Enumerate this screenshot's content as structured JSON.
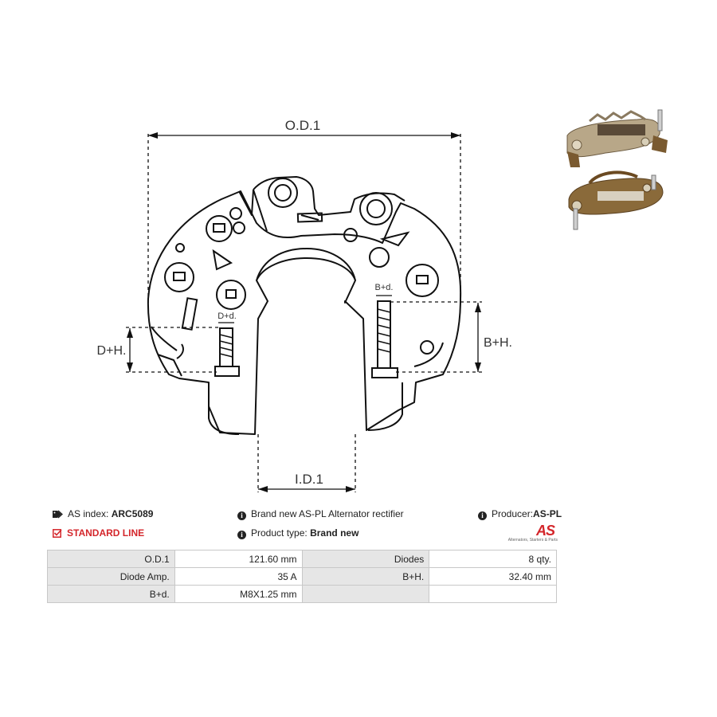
{
  "diagram": {
    "labels": {
      "od": "O.D.1",
      "id": "I.D.1",
      "dh": "D+H.",
      "dd": "D+d.",
      "bd": "B+d.",
      "bh": "B+H."
    }
  },
  "info": {
    "as_index_label": "AS index:",
    "as_index_value": "ARC5089",
    "line": "STANDARD LINE",
    "description": "Brand new AS-PL Alternator rectifier",
    "product_type_label": "Product type:",
    "product_type_value": "Brand new",
    "producer_label": "Producer:",
    "producer_value": "AS-PL",
    "logo_text": "AS",
    "logo_tagline": "Alternators, Starters & Parts"
  },
  "spec_table": {
    "rows": [
      [
        {
          "k": "O.D.1",
          "v": "121.60 mm"
        },
        {
          "k": "Diodes",
          "v": "8 qty."
        }
      ],
      [
        {
          "k": "Diode Amp.",
          "v": "35 A"
        },
        {
          "k": "B+H.",
          "v": "32.40 mm"
        }
      ],
      [
        {
          "k": "B+d.",
          "v": "M8X1.25 mm"
        },
        {
          "k": "",
          "v": ""
        }
      ]
    ]
  }
}
